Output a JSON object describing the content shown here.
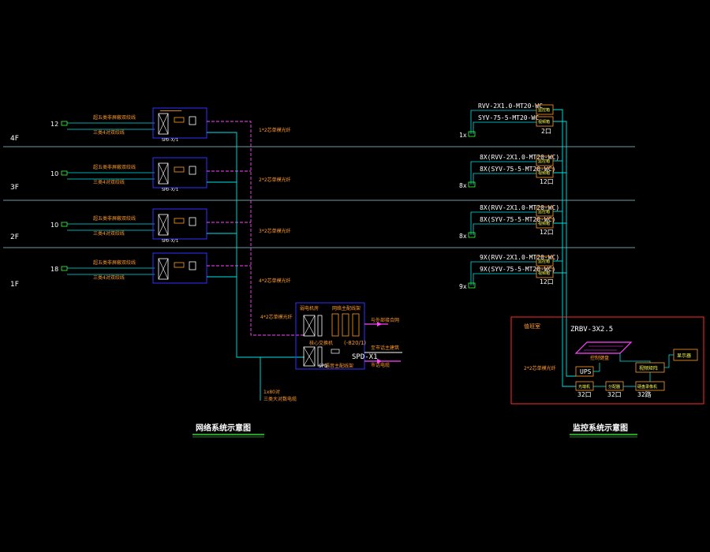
{
  "floors": [
    "4F",
    "3F",
    "2F",
    "1F"
  ],
  "network": {
    "title": "网络系统示意图",
    "outlet_counts": [
      "12",
      "10",
      "10",
      "18"
    ],
    "label_top": "超五类非屏蔽双绞线",
    "label_bottom": "三类4对双绞线",
    "switch_label": "SPD-X/1",
    "cable_labels": [
      "1*2芯单模光纤",
      "2*2芯单模光纤",
      "3*2芯单模光纤",
      "4*2芯单模光纤",
      "4*2芯单模光纤"
    ],
    "main_room": {
      "top_left": "弱电机房",
      "top_right": "网络主配线架",
      "core_label": "核心交换机",
      "spd_out": "(-820/1)",
      "spd_label": "SPD-X1",
      "voice_label": "语音主配线架",
      "link_internet": "与外部接合网",
      "link_ext": "至市话主建筑",
      "link_phone": "市话电缆"
    },
    "trunk": [
      "1x80对",
      "三类大对数电缆"
    ]
  },
  "cctv": {
    "title": "监控系统示意图",
    "cable_a": "RVV-2X1.0-MT20-WC",
    "cable_b": "SYV-75-5-MT20-WC",
    "rows": [
      {
        "a": "RVV-2X1.0-MT20-WC",
        "b": "SYV-75-5-MT20-WC",
        "count": "1x",
        "ports": "2口"
      },
      {
        "a": "8X(RVV-2X1.0-MT20-WC)",
        "b": "8X(SYV-75-5-MT20-WC)",
        "count": "8x",
        "ports": "12口"
      },
      {
        "a": "8X(RVV-2X1.0-MT20-WC)",
        "b": "8X(SYV-75-5-MT20-WC)",
        "count": "8x",
        "ports": "12口"
      },
      {
        "a": "9X(RVV-2X1.0-MT20-WC)",
        "b": "9X(SYV-75-5-MT20-WC)",
        "count": "9x",
        "ports": "12口"
      }
    ],
    "box_label_top": "监控箱",
    "box_label_bot": "视频箱",
    "room": {
      "name": "值班室",
      "power": "ZRBV-3X2.5",
      "keyboard": "控制键盘",
      "ups": "UPS",
      "fiber": "2*2芯单模光纤",
      "matrix": "视频矩阵",
      "monitor": "显示器",
      "sw1": "光端机",
      "sw1_ports": "32口",
      "sw2": "分配器",
      "sw2_ports": "32口",
      "sw3": "硬盘录像机",
      "sw3_ports": "32路"
    }
  },
  "colors": {
    "bg": "#000000",
    "wire": "#00e5e5",
    "fiber": "#ff44ff",
    "label": "#ff9a2a",
    "box": "#3030ff",
    "yellow": "#ffff55",
    "white": "#ffffff",
    "green": "#3cff3c",
    "divider": "#8fd0d6",
    "panel": "#ff2a2a"
  }
}
